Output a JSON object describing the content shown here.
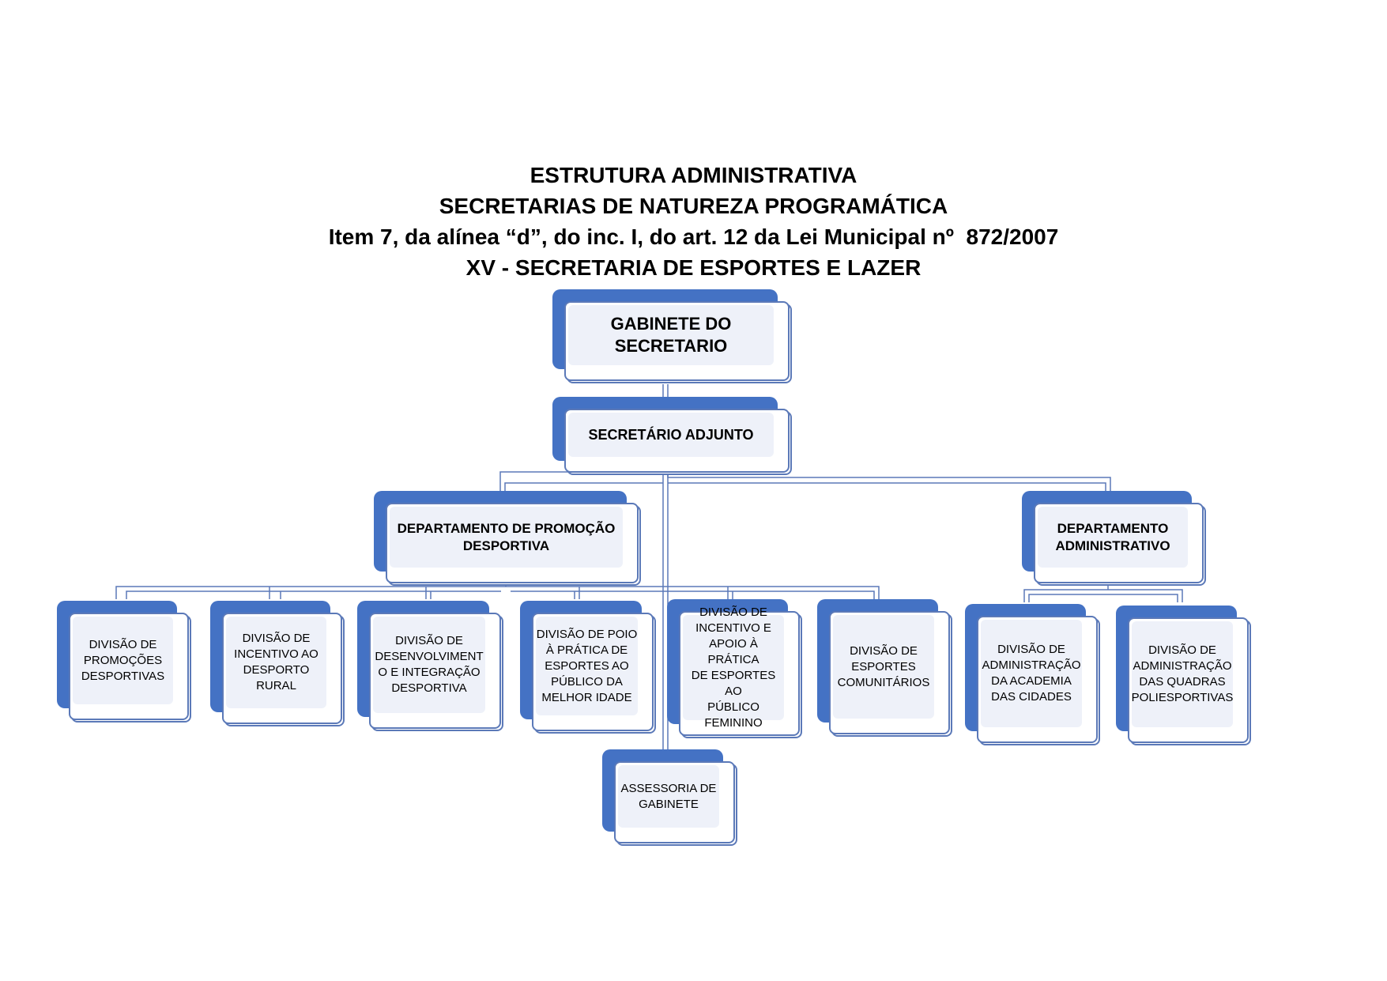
{
  "title": {
    "line1": "ESTRUTURA ADMINISTRATIVA",
    "line2": "SECRETARIAS DE NATUREZA PROGRAMÁTICA",
    "line3": "Item 7, da alínea “d”, do inc. I, do art. 12 da Lei Municipal nº  872/2007",
    "line4": "XV - SECRETARIA DE ESPORTES E LAZER"
  },
  "colors": {
    "box_fill": "#4472c4",
    "box_inner": "#eef1f9",
    "connector": "#5b79b8"
  },
  "org": {
    "gabinete": "GABINETE DO\nSECRETARIO",
    "adjunto": "SECRETÁRIO ADJUNTO",
    "dep_promocao": "DEPARTAMENTO DE PROMOÇÃO\nDESPORTIVA",
    "dep_administrativo": "DEPARTAMENTO\nADMINISTRATIVO",
    "div_promocoes": "DIVISÃO DE\nPROMOÇÕES\nDESPORTIVAS",
    "div_rural": "DIVISÃO DE\nINCENTIVO AO\nDESPORTO\nRURAL",
    "div_desenvolvimento": "DIVISÃO DE\nDESENVOLVIMENT\nO E INTEGRAÇÃO\nDESPORTIVA",
    "div_melhor_idade": "DIVISÃO DE POIO\nÀ PRÁTICA DE\nESPORTES AO\nPÚBLICO DA\nMELHOR IDADE",
    "div_feminino": "DIVISÃO DE\nINCENTIVO E\nAPOIO À PRÁTICA\nDE ESPORTES AO\nPÚBLICO\nFEMININO",
    "div_comunitarios": "DIVISÃO DE\nESPORTES\nCOMUNITÁRIOS",
    "div_academia": "DIVISÃO DE\nADMINISTRAÇÃO\nDA ACADEMIA\nDAS CIDADES",
    "div_quadras": "DIVISÃO DE\nADMINISTRAÇÃO\nDAS QUADRAS\nPOLIESPORTIVAS",
    "assessoria": "ASSESSORIA DE\nGABINETE"
  }
}
